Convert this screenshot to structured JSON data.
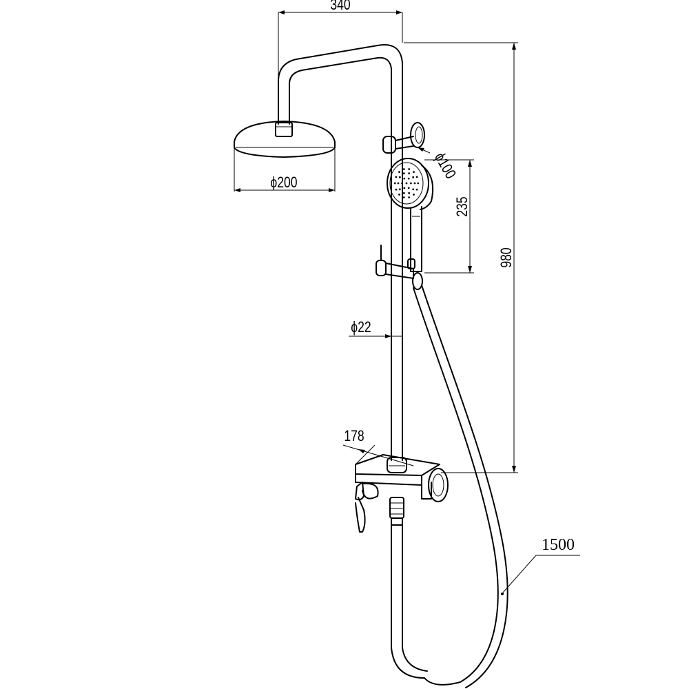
{
  "diagram": {
    "dimensions": {
      "arm_reach": "340",
      "head_shower_diameter": "ϕ200",
      "hand_shower_diameter": "ϕ100",
      "hand_shower_length": "235",
      "overall_height": "980",
      "riser_diameter": "ϕ22",
      "mixer_depth": "178",
      "hose_length": "1500"
    }
  }
}
